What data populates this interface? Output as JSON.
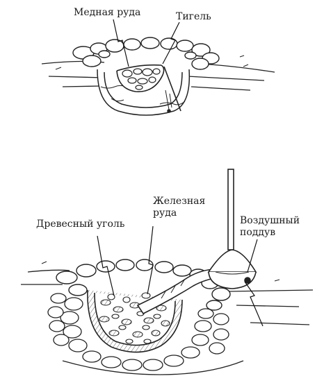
{
  "top_figure": {
    "label_ore": "Медная руда",
    "label_crucible": "Тигель"
  },
  "bottom_figure": {
    "label_charcoal": "Древесный уголь",
    "label_iron_ore_line1": "Железная",
    "label_iron_ore_line2": "руда",
    "label_bellows_line1": "Воздушный",
    "label_bellows_line2": "поддув"
  }
}
